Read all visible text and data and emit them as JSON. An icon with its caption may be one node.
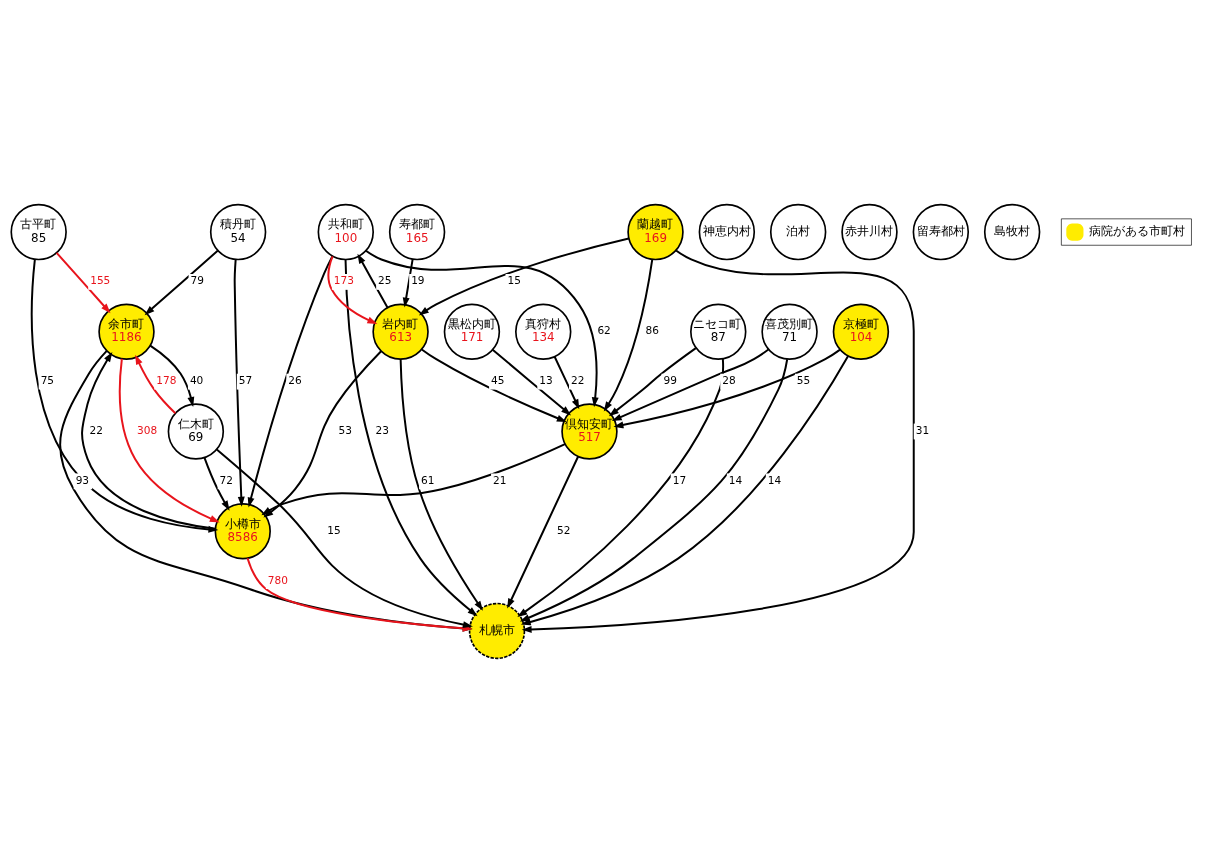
{
  "diagram": {
    "nodes": [
      {
        "text": [
          "積丹町",
          "54"
        ]
      },
      {
        "text": [
          "古平町",
          "85"
        ]
      },
      {
        "text": [
          "余市町",
          "1186"
        ]
      },
      {
        "text": [
          "小樽市",
          "8586"
        ]
      },
      {
        "text": [
          "神恵内村"
        ]
      },
      {
        "text": [
          "泊村"
        ]
      },
      {
        "text": [
          "仁木町",
          "69"
        ]
      },
      {
        "text": [
          "赤井川村"
        ]
      },
      {
        "text": [
          "札幌市"
        ]
      },
      {
        "text": [
          "共和町",
          "100"
        ]
      },
      {
        "text": [
          "岩内町",
          "613"
        ]
      },
      {
        "text": [
          "倶知安町",
          "517"
        ]
      },
      {
        "text": [
          "京極町",
          "104"
        ]
      },
      {
        "text": [
          "寿都町",
          "165"
        ]
      },
      {
        "text": [
          "蘭越町",
          "169"
        ]
      },
      {
        "text": [
          "ニセコ町",
          "87"
        ]
      },
      {
        "text": [
          "真狩村",
          "134"
        ]
      },
      {
        "text": [
          "喜茂別町",
          "71"
        ]
      },
      {
        "text": [
          "留寿都村"
        ]
      },
      {
        "text": [
          "島牧村"
        ]
      },
      {
        "text": [
          "黒松内町",
          "171"
        ]
      }
    ],
    "edges": [
      {
        "from": 10,
        "to": 3,
        "arrow": "to",
        "label": "53"
      },
      {
        "from": 0,
        "to": 3,
        "arrow": "to",
        "label": "57"
      },
      {
        "from": 1,
        "to": 3,
        "arrow": "to",
        "label": "75"
      },
      {
        "from": 0,
        "to": 2,
        "arrow": "to",
        "label": "79"
      },
      {
        "from": 2,
        "to": 8,
        "arrow": "to",
        "label": "93"
      },
      {
        "from": 1,
        "to": 2,
        "arrow": "to",
        "label": "155",
        "color": "#e8141c"
      },
      {
        "from": 3,
        "to": 2,
        "arrow": "to",
        "label": "22"
      },
      {
        "from": 2,
        "to": 3,
        "arrow": "to",
        "label": "308",
        "color": "#e8141c"
      },
      {
        "from": 6,
        "to": 2,
        "arrow": "to",
        "label": "178",
        "color": "#e8141c"
      },
      {
        "from": 2,
        "to": 6,
        "arrow": "to",
        "label": "40"
      },
      {
        "from": 6,
        "to": 3,
        "arrow": "to",
        "label": "72"
      },
      {
        "from": 9,
        "to": 3,
        "arrow": "to",
        "label": "26"
      },
      {
        "from": 3,
        "to": 8,
        "arrow": "to",
        "label": "780",
        "color": "#e8141c"
      },
      {
        "from": 6,
        "to": 8,
        "arrow": "to",
        "label": "15"
      },
      {
        "from": 9,
        "to": 10,
        "arrow": "to",
        "label": "173",
        "color": "#e8141c"
      },
      {
        "from": 9,
        "to": 8,
        "arrow": "to",
        "label": "23"
      },
      {
        "from": 10,
        "to": 9,
        "arrow": "to",
        "label": "25"
      },
      {
        "from": 9,
        "to": 11,
        "arrow": "to",
        "label": "62"
      },
      {
        "from": 10,
        "to": 8,
        "arrow": "to",
        "label": "61"
      },
      {
        "from": 11,
        "to": 3,
        "arrow": "to",
        "label": "21"
      },
      {
        "from": 10,
        "to": 11,
        "arrow": "to",
        "label": "45"
      },
      {
        "from": 11,
        "to": 8,
        "arrow": "to",
        "label": "52"
      },
      {
        "from": 12,
        "to": 11,
        "arrow": "to",
        "label": "55"
      },
      {
        "from": 12,
        "to": 8,
        "arrow": "to",
        "label": "14"
      },
      {
        "from": 13,
        "to": 10,
        "arrow": "to",
        "label": "19"
      },
      {
        "from": 14,
        "to": 10,
        "arrow": "to",
        "label": "15"
      },
      {
        "from": 14,
        "to": 11,
        "arrow": "to",
        "label": "86"
      },
      {
        "from": 20,
        "to": 11,
        "arrow": "to",
        "label": "13"
      },
      {
        "from": 15,
        "to": 11,
        "arrow": "to",
        "label": "99"
      },
      {
        "from": 16,
        "to": 11,
        "arrow": "to",
        "label": "22"
      },
      {
        "from": 17,
        "to": 11,
        "arrow": "to",
        "label": "28"
      },
      {
        "from": 17,
        "to": 8,
        "arrow": "to",
        "label": "14"
      },
      {
        "from": 15,
        "to": 8,
        "arrow": "to",
        "label": "17"
      },
      {
        "from": 14,
        "to": 8,
        "arrow": "to",
        "label": "31"
      }
    ],
    "legend": [
      {
        "text": "病院がある市町村",
        "color": "#ffec00"
      }
    ]
  }
}
